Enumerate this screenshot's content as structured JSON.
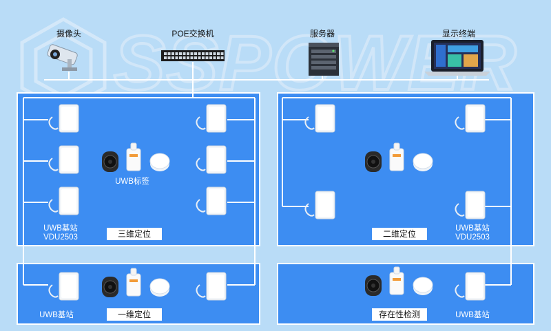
{
  "top_devices": {
    "camera": "摄像头",
    "switch": "POE交换机",
    "server": "服务器",
    "display": "显示终端"
  },
  "panels": {
    "p3d": {
      "mode_label": "三维定位",
      "station_label": "UWB基站",
      "station_model": "VDU2503",
      "tag_label": "UWB标签"
    },
    "p2d": {
      "mode_label": "二维定位",
      "station_label": "UWB基站",
      "station_model": "VDU2503"
    },
    "p1d": {
      "mode_label": "一维定位",
      "station_label": "UWB基站"
    },
    "presence": {
      "mode_label": "存在性检测",
      "station_label": "UWB基站"
    }
  },
  "colors": {
    "background": "#b9dcf7",
    "panel": "#3d8df2",
    "line": "#ffffff"
  }
}
